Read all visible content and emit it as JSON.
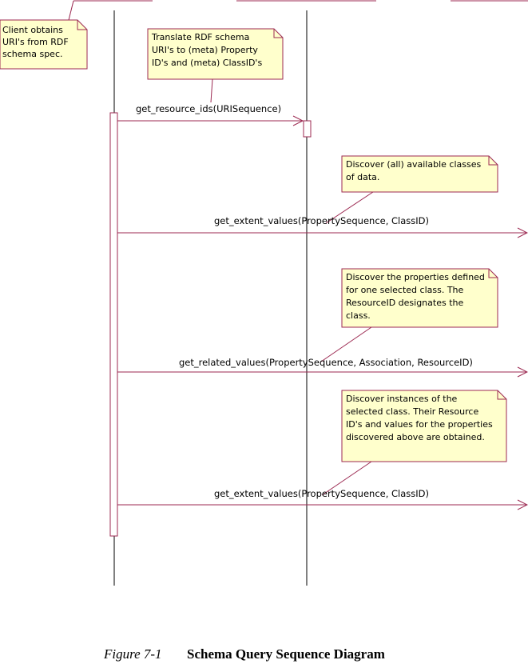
{
  "colors": {
    "line": "#9c2a52",
    "note_fill": "#ffffcc",
    "lifeline": "#000000"
  },
  "notes": [
    {
      "id": "client-note",
      "lines": [
        "Client obtains",
        "URI's from RDF",
        "schema spec."
      ]
    },
    {
      "id": "translate-note",
      "lines": [
        "Translate RDF schema",
        "URI's to (meta) Property",
        "ID's and (meta) ClassID's"
      ]
    },
    {
      "id": "discover-classes-note",
      "lines": [
        "Discover (all) available classes",
        "of data."
      ]
    },
    {
      "id": "discover-properties-note",
      "lines": [
        "Discover the properties defined",
        "for one selected class. The",
        "ResourceID designates the",
        "class."
      ]
    },
    {
      "id": "discover-instances-note",
      "lines": [
        "Discover instances of the",
        "selected class. Their Resource",
        "ID's and values for the properties",
        "discovered above are obtained."
      ]
    }
  ],
  "messages": [
    {
      "id": "get-resource-ids",
      "label": "get_resource_ids(URISequence)"
    },
    {
      "id": "get-extent-values-1",
      "label": "get_extent_values(PropertySequence, ClassID)"
    },
    {
      "id": "get-related-values",
      "label": "get_related_values(PropertySequence, Association, ResourceID)"
    },
    {
      "id": "get-extent-values-2",
      "label": "get_extent_values(PropertySequence, ClassID)"
    }
  ],
  "caption": {
    "figure": "Figure 7-1",
    "title": "Schema Query Sequence Diagram"
  }
}
